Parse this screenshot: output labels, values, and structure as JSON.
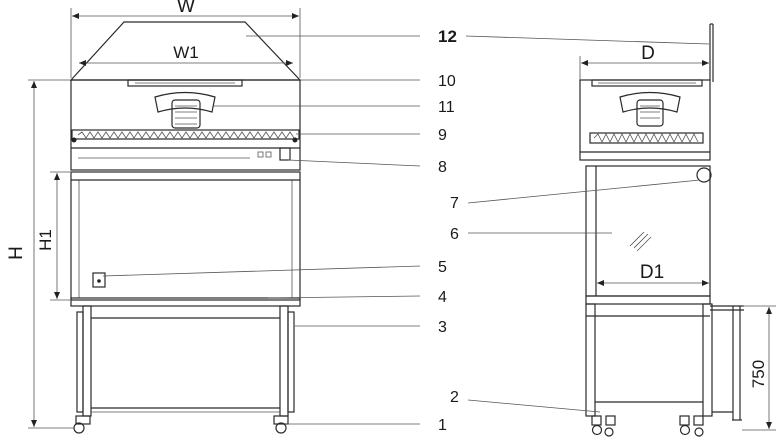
{
  "front_view": {
    "dimensions": {
      "width": "W",
      "inner_width": "W1",
      "height": "H",
      "opening_height": "H1"
    },
    "callouts": [
      "1",
      "3",
      "4",
      "5",
      "8",
      "9",
      "10",
      "11",
      "12"
    ]
  },
  "side_view": {
    "dimensions": {
      "depth": "D",
      "inner_depth": "D1",
      "stand_height": "750"
    },
    "callouts": [
      "2",
      "6",
      "7"
    ]
  }
}
